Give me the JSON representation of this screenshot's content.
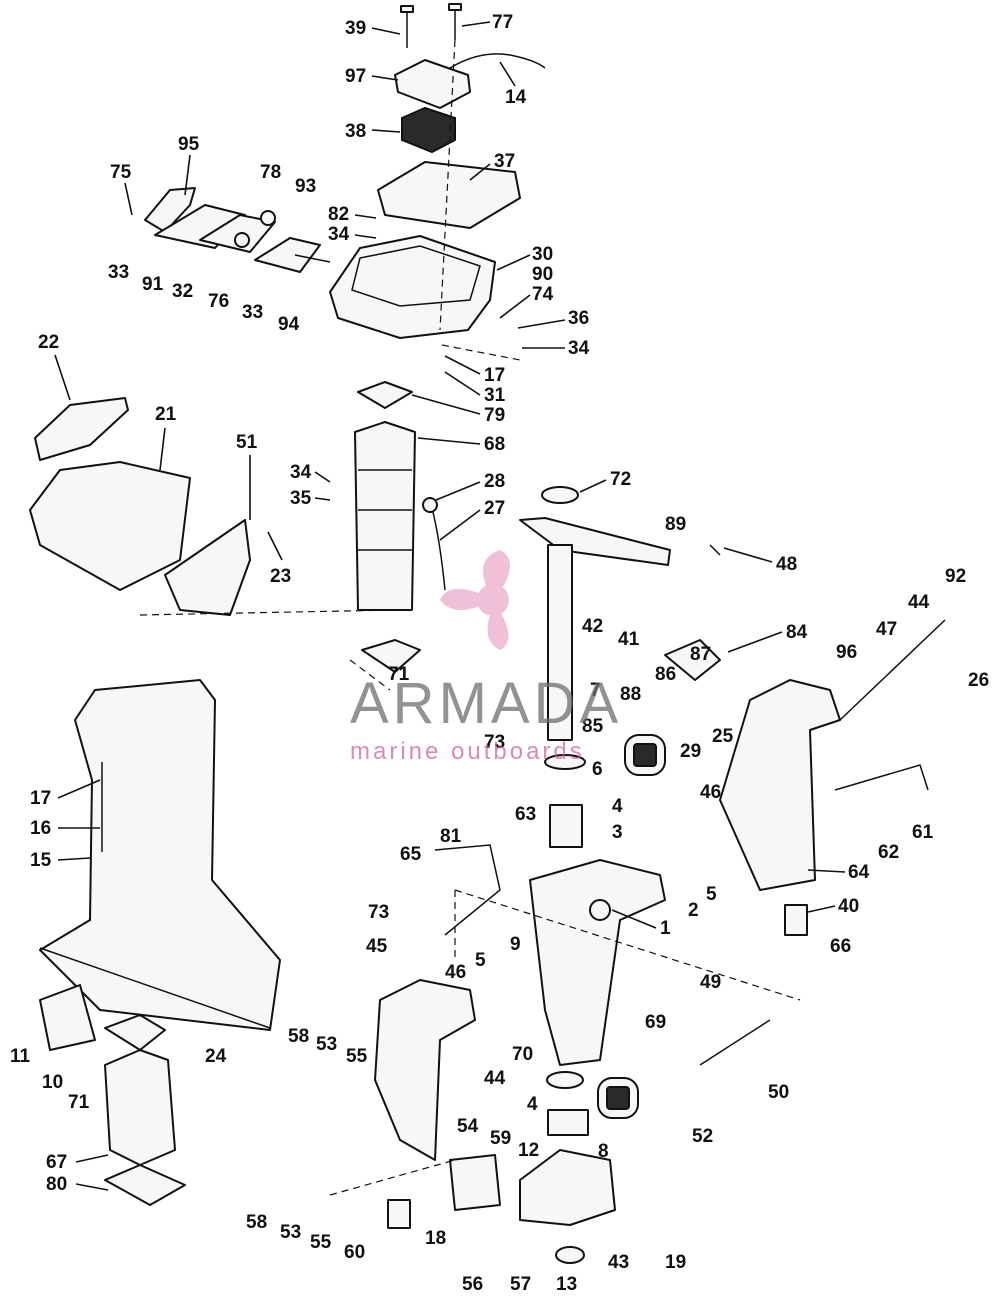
{
  "watermark": {
    "brand": "ARMADA",
    "tagline": "marine outboards",
    "logo_color": "#e9a6c8",
    "brand_color": "#707070"
  },
  "callouts": {
    "n1": "1",
    "n2": "2",
    "n3": "3",
    "n4": "4",
    "n5": "5",
    "n6": "6",
    "n7": "7",
    "n8": "8",
    "n9": "9",
    "n10": "10",
    "n11": "11",
    "n12": "12",
    "n13": "13",
    "n14": "14",
    "n15": "15",
    "n16": "16",
    "n17": "17",
    "n18": "18",
    "n19": "19",
    "n21": "21",
    "n22": "22",
    "n23": "23",
    "n24": "24",
    "n25": "25",
    "n26": "26",
    "n27": "27",
    "n28": "28",
    "n29": "29",
    "n30": "30",
    "n31": "31",
    "n32": "32",
    "n33": "33",
    "n34": "34",
    "n35": "35",
    "n36": "36",
    "n37": "37",
    "n38": "38",
    "n39": "39",
    "n40": "40",
    "n41": "41",
    "n42": "42",
    "n43": "43",
    "n44": "44",
    "n45": "45",
    "n46": "46",
    "n47": "47",
    "n48": "48",
    "n49": "49",
    "n50": "50",
    "n51": "51",
    "n52": "52",
    "n53": "53",
    "n54": "54",
    "n55": "55",
    "n56": "56",
    "n57": "57",
    "n58": "58",
    "n59": "59",
    "n60": "60",
    "n61": "61",
    "n62": "62",
    "n63": "63",
    "n64": "64",
    "n65": "65",
    "n66": "66",
    "n67": "67",
    "n68": "68",
    "n69": "69",
    "n70": "70",
    "n71": "71",
    "n72": "72",
    "n73": "73",
    "n74": "74",
    "n75": "75",
    "n76": "76",
    "n77": "77",
    "n78": "78",
    "n79": "79",
    "n80": "80",
    "n81": "81",
    "n82": "82",
    "n84": "84",
    "n85": "85",
    "n86": "86",
    "n87": "87",
    "n88": "88",
    "n89": "89",
    "n90": "90",
    "n91": "91",
    "n92": "92",
    "n93": "93",
    "n94": "94",
    "n95": "95",
    "n96": "96",
    "n97": "97"
  }
}
